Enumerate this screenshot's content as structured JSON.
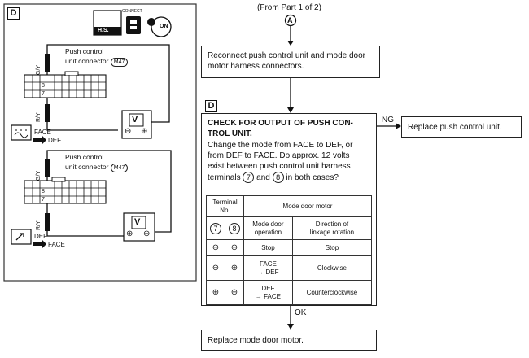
{
  "header": {
    "from_part": "(From Part 1 of 2)",
    "connector_a": "A"
  },
  "left_panel": {
    "label": "D",
    "icons": {
      "hs_label": "H.S.",
      "connect_label": "CONNECT",
      "on_label": "ON"
    },
    "diagram1": {
      "connector_title_1": "Push control",
      "connector_title_2": "unit connector",
      "connector_tag": "M47",
      "wire_top": "G/Y",
      "wire_bottom": "R/Y",
      "pin_top": "8",
      "pin_bottom": "7",
      "meter": "V",
      "meter_left": "⊖",
      "meter_right": "⊕",
      "mode_from": "FACE",
      "mode_to": "DEF"
    },
    "diagram2": {
      "connector_title_1": "Push control",
      "connector_title_2": "unit connector",
      "connector_tag": "M47",
      "wire_top": "G/Y",
      "wire_bottom": "R/Y",
      "pin_top": "8",
      "pin_bottom": "7",
      "meter": "V",
      "meter_left": "⊕",
      "meter_right": "⊖",
      "mode_from": "DEF",
      "mode_to": "FACE"
    }
  },
  "flow": {
    "reconnect_text": "Reconnect push control unit and mode door motor harness connectors.",
    "check_label": "D",
    "check_title_1": "CHECK FOR OUTPUT OF PUSH CON-",
    "check_title_2": "TROL UNIT.",
    "check_body_1": "Change the mode from FACE to DEF, or",
    "check_body_2": "from DEF to FACE. Do approx. 12 volts",
    "check_body_3": "exist between push control unit harness",
    "check_body_4a": "terminals",
    "check_body_4b": "7",
    "check_body_4c": "and",
    "check_body_4d": "8",
    "check_body_4e": "in both cases?",
    "ng_label": "NG",
    "ng_result": "Replace push control unit.",
    "ok_label": "OK",
    "ok_result": "Replace mode door motor."
  },
  "table": {
    "hdr_terminal_1": "Terminal",
    "hdr_terminal_2": "No.",
    "hdr_motor": "Mode door motor",
    "col_t7": "7",
    "col_t8": "8",
    "col_op_1": "Mode door",
    "col_op_2": "operation",
    "col_dir_1": "Direction of",
    "col_dir_2": "linkage rotation",
    "rows": [
      {
        "t7": "⊖",
        "t8": "⊖",
        "op_1": "Stop",
        "op_2": "",
        "dir": "Stop"
      },
      {
        "t7": "⊖",
        "t8": "⊕",
        "op_1": "FACE",
        "op_2": "→ DEF",
        "dir": "Clockwise"
      },
      {
        "t7": "⊕",
        "t8": "⊖",
        "op_1": "DEF",
        "op_2": "→ FACE",
        "dir": "Counterclockwise"
      }
    ]
  }
}
